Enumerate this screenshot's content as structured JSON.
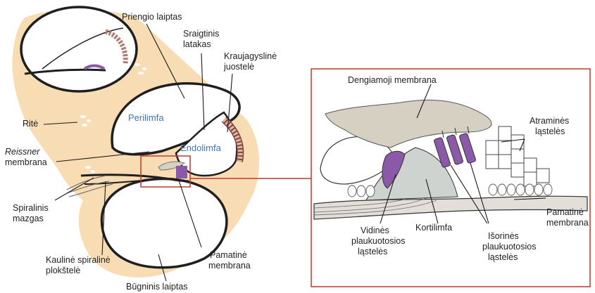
{
  "labels": {
    "priengio_laiptas": "Priengio laiptas",
    "sraigtinis_1": "Sraigtinis",
    "sraigtinis_2": "latakas",
    "kraujagysline_1": "Kraujagyslinė",
    "kraujagysline_2": "juostelė",
    "perilimfa": "Perilimfa",
    "endolimfa": "Endolimfa",
    "rite": "Ritė",
    "reissner_1": "Reissner",
    "reissner_2": "membrana",
    "spiralinis_1": "Spiralinis",
    "spiralinis_2": "mazgas",
    "kauline_1": "Kaulinė spiralinė",
    "kauline_2": "plokštelė",
    "pamatine_left_1": "Pamatinė",
    "pamatine_left_2": "membrana",
    "bugninis": "Būgninis laiptas",
    "dengiamoji": "Dengiamoji membrana",
    "atramines_1": "Atraminės",
    "atramines_2": "ląstelės",
    "pamatine_right_1": "Pamatinė",
    "pamatine_right_2": "membrana",
    "vidines_1": "Vidinės",
    "vidines_2": "plaukuotosios",
    "vidines_3": "ląstelės",
    "kortilimfa": "Kortilimfa",
    "isorines_1": "Išorinės",
    "isorines_2": "plaukuotosios",
    "isorines_3": "ląstelės"
  },
  "colors": {
    "bone": "#f8dcb4",
    "cavity": "#ffffff",
    "outline": "#1f1f1f",
    "stria": "#e7b3a5",
    "hair_cell": "#8a5aa8",
    "tectorial": "#d6d0c3",
    "highlight_box": "#c0392b",
    "fluid_label": "#3c78b8"
  }
}
